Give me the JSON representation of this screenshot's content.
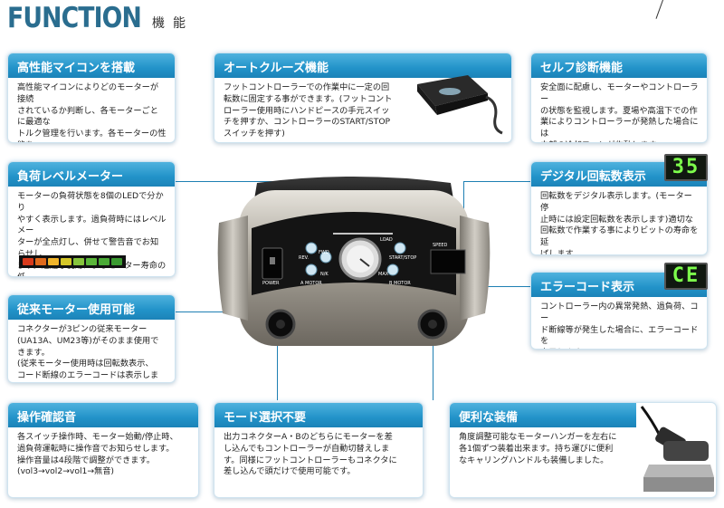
{
  "header": {
    "title": "FUNCTION",
    "subtitle": "機能"
  },
  "cards": [
    {
      "id": "microcomputer",
      "title": "高性能マイコンを搭載",
      "body": "高性能マイコンによりどのモーターが接続\nされているか判断し、各モーターごとに最適な\nトルク管理を行います。各モーターの性能を\n最大限に引き出します。"
    },
    {
      "id": "auto-cruise",
      "title": "オートクルーズ機能",
      "body": "フットコントローラーでの作業中に一定の回\n転数に固定する事ができます。(フットコント\nローラー使用時にハンドピースの手元スイッ\nチを押すか、コントローラーのSTART/STOP\nスイッチを押す)"
    },
    {
      "id": "self-diagnosis",
      "title": "セルフ診断機能",
      "body": "安全面に配慮し、モーターやコントローラー\nの状態を監視します。夏場や高温下での作\n業によりコントローラーが発熱した場合には\n内部の冷却ファンが作動します。"
    },
    {
      "id": "load-meter",
      "title": "負荷レベルメーター",
      "body": "モーターの負荷状態を8個のLEDで分かり\nやすく表示します。過負荷時にはレベルメー\nターが全点灯し、併せて警告音でお知らせし\nます。過酷な使用によるモーター寿命の低\n下を防止出来ます。"
    },
    {
      "id": "digital-rpm",
      "title": "デジタル回転数表示",
      "body": "回転数をデジタル表示します。(モーター停\n止時には設定回転数を表示します)適切な\n回転数で作業する事によりビットの寿命を延\nばします。"
    },
    {
      "id": "legacy-motor",
      "title": "従来モーター使用可能",
      "body": "コネクターが3ピンの従来モーター\n(UA13A、UM23等)がそのまま使用できます。\n(従来モーター使用時は回転数表示、\nコード断線のエラーコードは表示しません)"
    },
    {
      "id": "error-code",
      "title": "エラーコード表示",
      "body": "コントローラー内の異常発熱、過負荷、コー\nド断線等が発生した場合に、エラーコードを\n表示します。"
    },
    {
      "id": "operation-sound",
      "title": "操作確認音",
      "body": "各スイッチ操作時、モーター始動/停止時、\n過負荷運転時に操作音でお知らせします。\n操作音量は4段階で調整ができます。\n(vol3→vol2→vol1→無音)"
    },
    {
      "id": "mode-select",
      "title": "モード選択不要",
      "body": "出力コネクターA・Bのどちらにモーターを差\nし込んでもコントローラーが自動切替えしま\nす。同様にフットコントローラーもコネクタに\n差し込んで頭だけで使用可能です。"
    },
    {
      "id": "convenient-equipment",
      "title": "便利な装備",
      "body": "角度調整可能なモーターハンガーを左右に\n各1個ずつ装着出来ます。持ち運びに便利\nなキャリングハンドルも装備しました。"
    }
  ],
  "displays": {
    "rpm": "35",
    "error": "CE"
  },
  "device": {
    "labels": {
      "rev": "REV.",
      "fwd": "FWD.",
      "load": "LOAD",
      "start_stop": "START/STOP",
      "speed": "SPEED",
      "a_motor": "A MOTOR",
      "b_motor": "B MOTOR",
      "nik": "N/K",
      "max": "MAX",
      "power": "POWER"
    }
  },
  "led_colors": [
    "#d83a1c",
    "#e06a1c",
    "#f0b42a",
    "#d4c628",
    "#86c43c",
    "#5bb63a",
    "#4aaa36",
    "#3a9a30"
  ],
  "colors": {
    "accent": "#2293c9",
    "title_text": "#2a6d8f",
    "display_green": "#7dff4c"
  }
}
